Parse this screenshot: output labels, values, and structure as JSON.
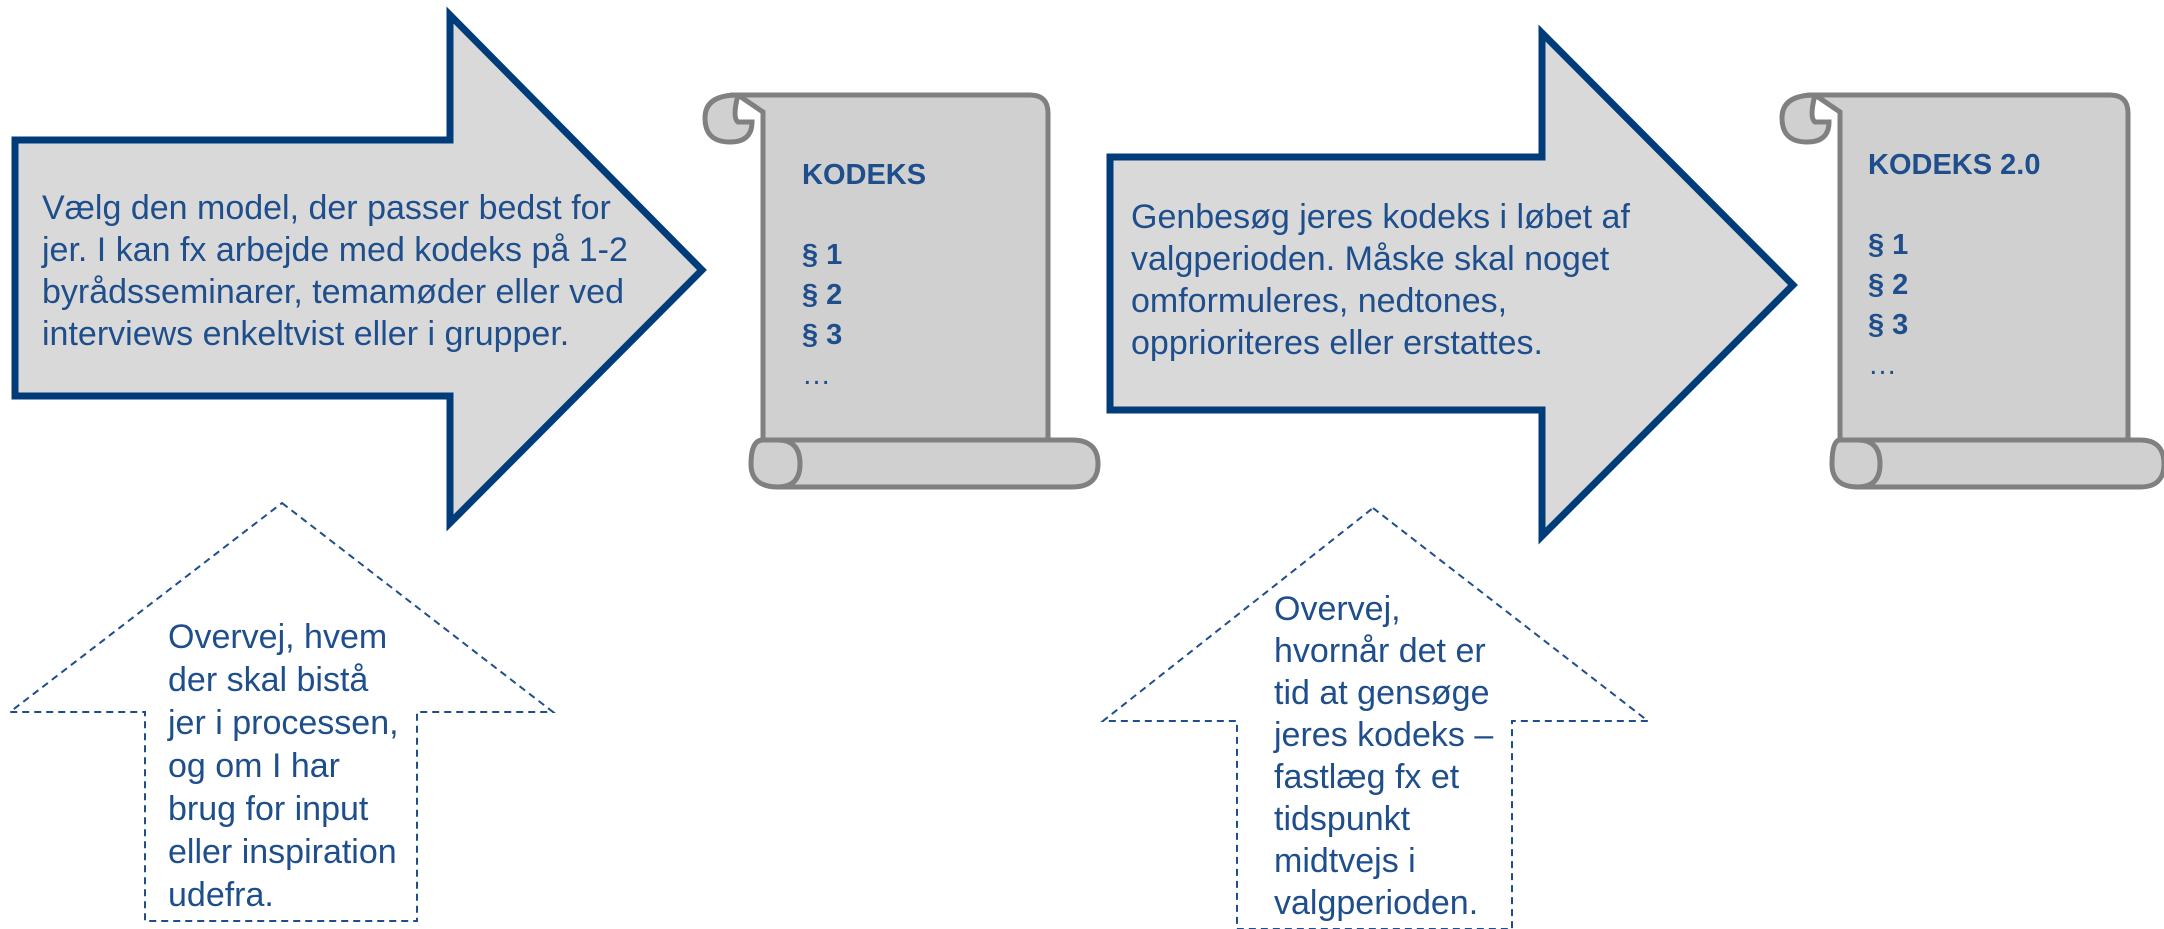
{
  "step1": {
    "text": "Vælg den model, der passer bedst for\njer. I kan fx arbejde med kodeks på 1-2\nbyrådsseminarer, temamøder eller ved\ninterviews enkeltvist eller i grupper."
  },
  "scroll1": {
    "title": "KODEKS",
    "items": [
      "§ 1",
      "§ 2",
      "§ 3"
    ],
    "ellipsis": "…"
  },
  "step2": {
    "text": "Genbesøg jeres kodeks i løbet af\nvalgperioden. Måske skal noget\nomformuleres, nedtones,\nopprioriteres eller erstattes."
  },
  "scroll2": {
    "title": "KODEKS 2.0",
    "items": [
      "§ 1",
      "§ 2",
      "§ 3"
    ],
    "ellipsis": "…"
  },
  "tip1": {
    "text": "Overvej, hvem\nder skal bistå\njer i processen,\nog om I har\nbrug for input\neller inspiration\nudefra."
  },
  "tip2": {
    "text": "Overvej,\nhvornår det er\ntid at gensøge\njeres kodeks –\nfastlæg fx et\ntidspunkt\nmidtvejs i\nvalgperioden."
  },
  "colors": {
    "arrow_fill": "#d9d9d9",
    "arrow_border": "#003b7a",
    "scroll_fill": "#d0d0d0",
    "scroll_border": "#808080",
    "text": "#1f4e8c",
    "dashed": "#1f4e8c"
  }
}
